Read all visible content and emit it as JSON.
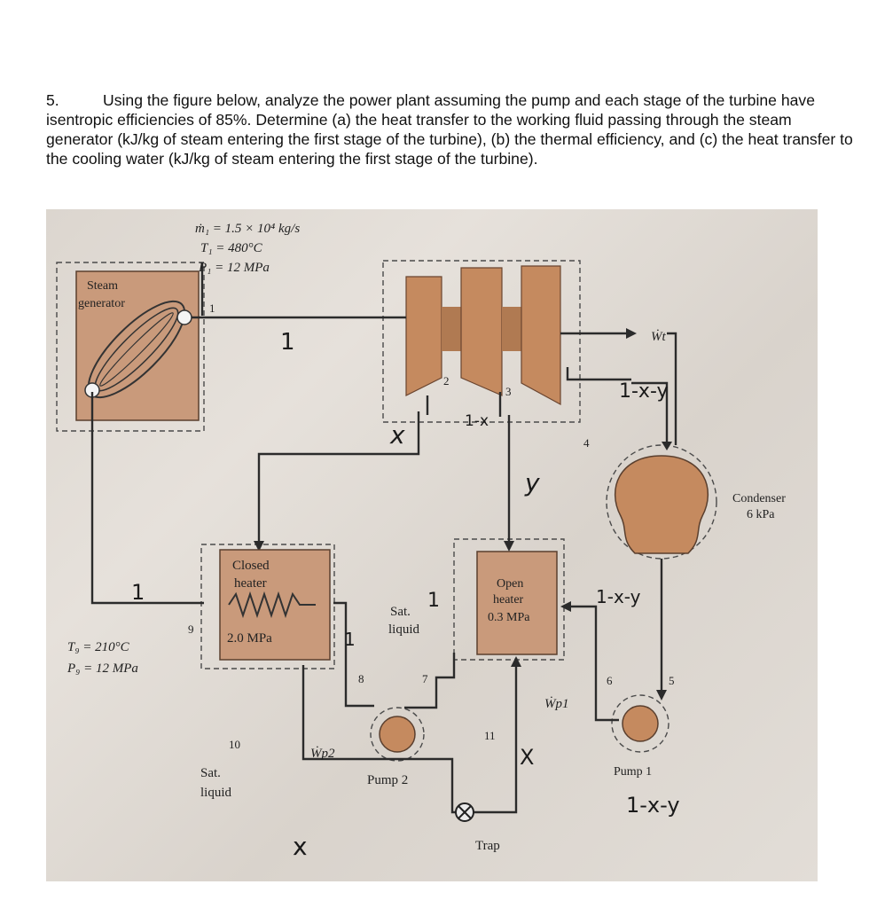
{
  "question": {
    "number": "5.",
    "text": "Using the figure below, analyze the power plant assuming the pump and each stage of the turbine have isentropic efficiencies of 85%. Determine (a) the heat transfer to the working fluid passing through the steam generator (kJ/kg of steam entering the first stage of the turbine), (b) the thermal efficiency, and (c) the heat transfer to the cooling water (kJ/kg of steam entering the first stage of the turbine)."
  },
  "figure": {
    "inlet": {
      "m_dot": "ṁ₁ = 1.5 × 10⁴ kg/s",
      "T1": "T₁ = 480°C",
      "P1": "P₁ = 12 MPa"
    },
    "steam_generator": {
      "line1": "Steam",
      "line2": "generator"
    },
    "closed_heater": {
      "line1": "Closed",
      "line2": "heater",
      "pressure": "2.0 MPa"
    },
    "open_heater": {
      "line1": "Open",
      "line2": "heater",
      "pressure": "0.3 MPa"
    },
    "condenser": {
      "name": "Condenser",
      "pressure": "6 kPa"
    },
    "state9": {
      "T9": "T₉ = 210°C",
      "P9": "P₉ = 12 MPa"
    },
    "sat_liquid_7": {
      "line1": "Sat.",
      "line2": "liquid"
    },
    "sat_liquid_10": {
      "line1": "Sat.",
      "line2": "liquid"
    },
    "pump1": "Pump 1",
    "pump2": "Pump 2",
    "trap": "Trap",
    "wt": "Ẇt",
    "wp1": "Ẇp1",
    "wp2": "Ẇp2",
    "state_numbers": {
      "s1": "1",
      "s2": "2",
      "s3": "3",
      "s4": "4",
      "s5": "5",
      "s6": "6",
      "s7": "7",
      "s8": "8",
      "s9": "9",
      "s10": "10",
      "s11": "11"
    },
    "handwriting": {
      "h1": "1",
      "h_x": "x",
      "h_1mx": "1-x",
      "h_1mxmy_top": "1-x-y",
      "h_y": "y",
      "h_1mxmy_mid": "1-x-y",
      "h_1_left": "1",
      "h_1_sat": "1",
      "h_1_mid": "1",
      "h_x_bottom": "x",
      "h_x_trap": "X",
      "h_1mxmy_pump": "1-x-y"
    }
  }
}
